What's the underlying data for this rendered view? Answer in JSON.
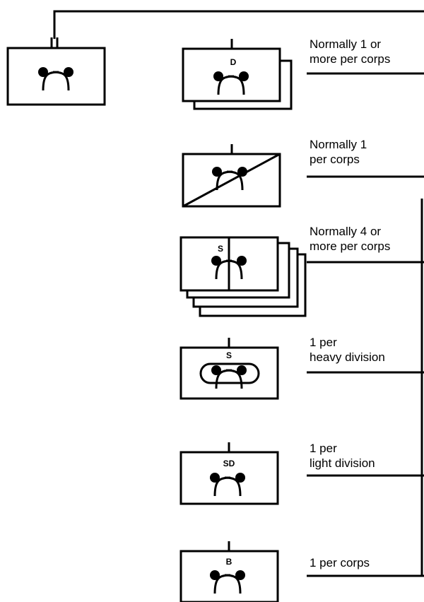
{
  "units": [
    {
      "id": "corps-hq",
      "marking": "",
      "size_indicator": "II",
      "stack_count": 1,
      "variant": "plain",
      "caption": []
    },
    {
      "id": "direct-support",
      "marking": "D",
      "size_indicator": "I",
      "stack_count": 2,
      "variant": "plain",
      "caption": [
        "Normally 1 or",
        "more per corps"
      ]
    },
    {
      "id": "diagonal",
      "marking": "",
      "size_indicator": "I",
      "stack_count": 1,
      "variant": "diagonal",
      "caption": [
        "Normally 1",
        "per corps"
      ]
    },
    {
      "id": "supply",
      "marking": "S",
      "size_indicator": "",
      "stack_count": 4,
      "variant": "split",
      "caption": [
        "Normally 4 or",
        "more per corps"
      ]
    },
    {
      "id": "heavy-support",
      "marking": "S",
      "size_indicator": "I",
      "stack_count": 1,
      "variant": "oval",
      "caption": [
        "1 per",
        "heavy division"
      ]
    },
    {
      "id": "light-support",
      "marking": "SD",
      "size_indicator": "I",
      "stack_count": 1,
      "variant": "plain",
      "caption": [
        "1 per",
        "light division"
      ]
    },
    {
      "id": "b-unit",
      "marking": "B",
      "size_indicator": "I",
      "stack_count": 1,
      "variant": "plain",
      "caption": [
        "1 per corps"
      ]
    }
  ]
}
